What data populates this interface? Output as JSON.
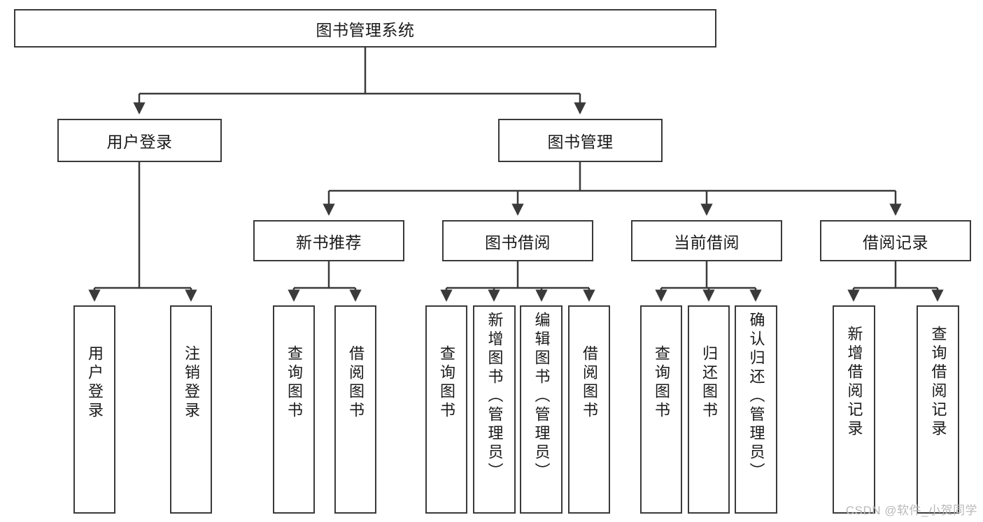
{
  "diagram": {
    "title_node": {
      "label": "图书管理系统"
    },
    "level2": [
      {
        "id": "user-login",
        "label": "用户登录"
      },
      {
        "id": "book-management",
        "label": "图书管理"
      }
    ],
    "level3": [
      {
        "id": "new-book-recommend",
        "label": "新书推荐"
      },
      {
        "id": "book-borrow",
        "label": "图书借阅"
      },
      {
        "id": "current-borrow",
        "label": "当前借阅"
      },
      {
        "id": "borrow-record",
        "label": "借阅记录"
      }
    ],
    "leaves": [
      {
        "id": "leaf-user-login",
        "label": "用户登录"
      },
      {
        "id": "leaf-logout-login",
        "label": "注销登录"
      },
      {
        "id": "leaf-query-book-1",
        "label": "查询图书"
      },
      {
        "id": "leaf-borrow-book-1",
        "label": "借阅图书"
      },
      {
        "id": "leaf-query-book-2",
        "label": "查询图书"
      },
      {
        "id": "leaf-add-book-admin",
        "label": "新增图书（管理员）"
      },
      {
        "id": "leaf-edit-book-admin",
        "label": "编辑图书（管理员）"
      },
      {
        "id": "leaf-borrow-book-2",
        "label": "借阅图书"
      },
      {
        "id": "leaf-query-book-3",
        "label": "查询图书"
      },
      {
        "id": "leaf-return-book",
        "label": "归还图书"
      },
      {
        "id": "leaf-confirm-return-admin",
        "label": "确认归还（管理员）"
      },
      {
        "id": "leaf-add-borrow-record",
        "label": "新增借阅记录"
      },
      {
        "id": "leaf-query-borrow-record",
        "label": "查询借阅记录"
      }
    ]
  },
  "watermark": {
    "text": "CSDN @软件_小贺同学"
  },
  "colors": {
    "border": "#3a3a3a",
    "text": "#1a1a1a",
    "background": "#ffffff",
    "watermark": "#b9b9b9"
  }
}
